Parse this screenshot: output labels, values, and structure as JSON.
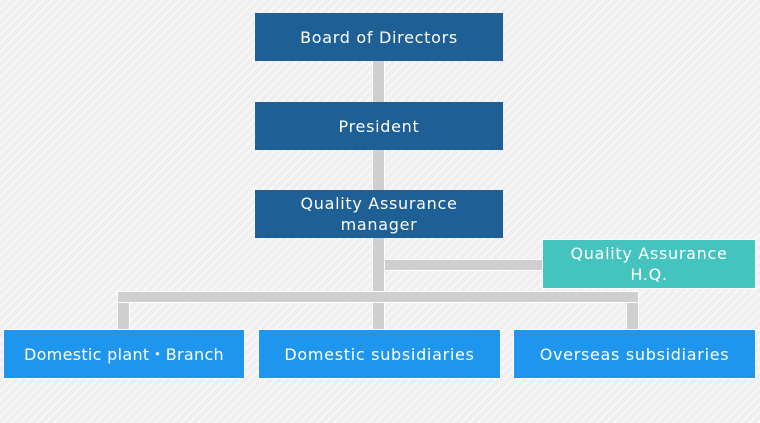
{
  "org_chart": {
    "top": {
      "board": "Board of Directors",
      "president": "President"
    },
    "quality_assurance": {
      "manager_line1": "Quality Assurance",
      "manager_line2": "manager",
      "hq_line1": "Quality Assurance",
      "hq_line2": "H.Q."
    },
    "divisions": {
      "domestic_plant": "Domestic plant・Branch",
      "domestic_subsidiaries": "Domestic subsidiaries",
      "overseas_subsidiaries": "Overseas subsidiaries"
    }
  },
  "colors": {
    "dark_box": "#1e5f96",
    "teal_box": "#45c4bf",
    "light_box": "#1e96ee",
    "connector": "#cfcfcf"
  }
}
